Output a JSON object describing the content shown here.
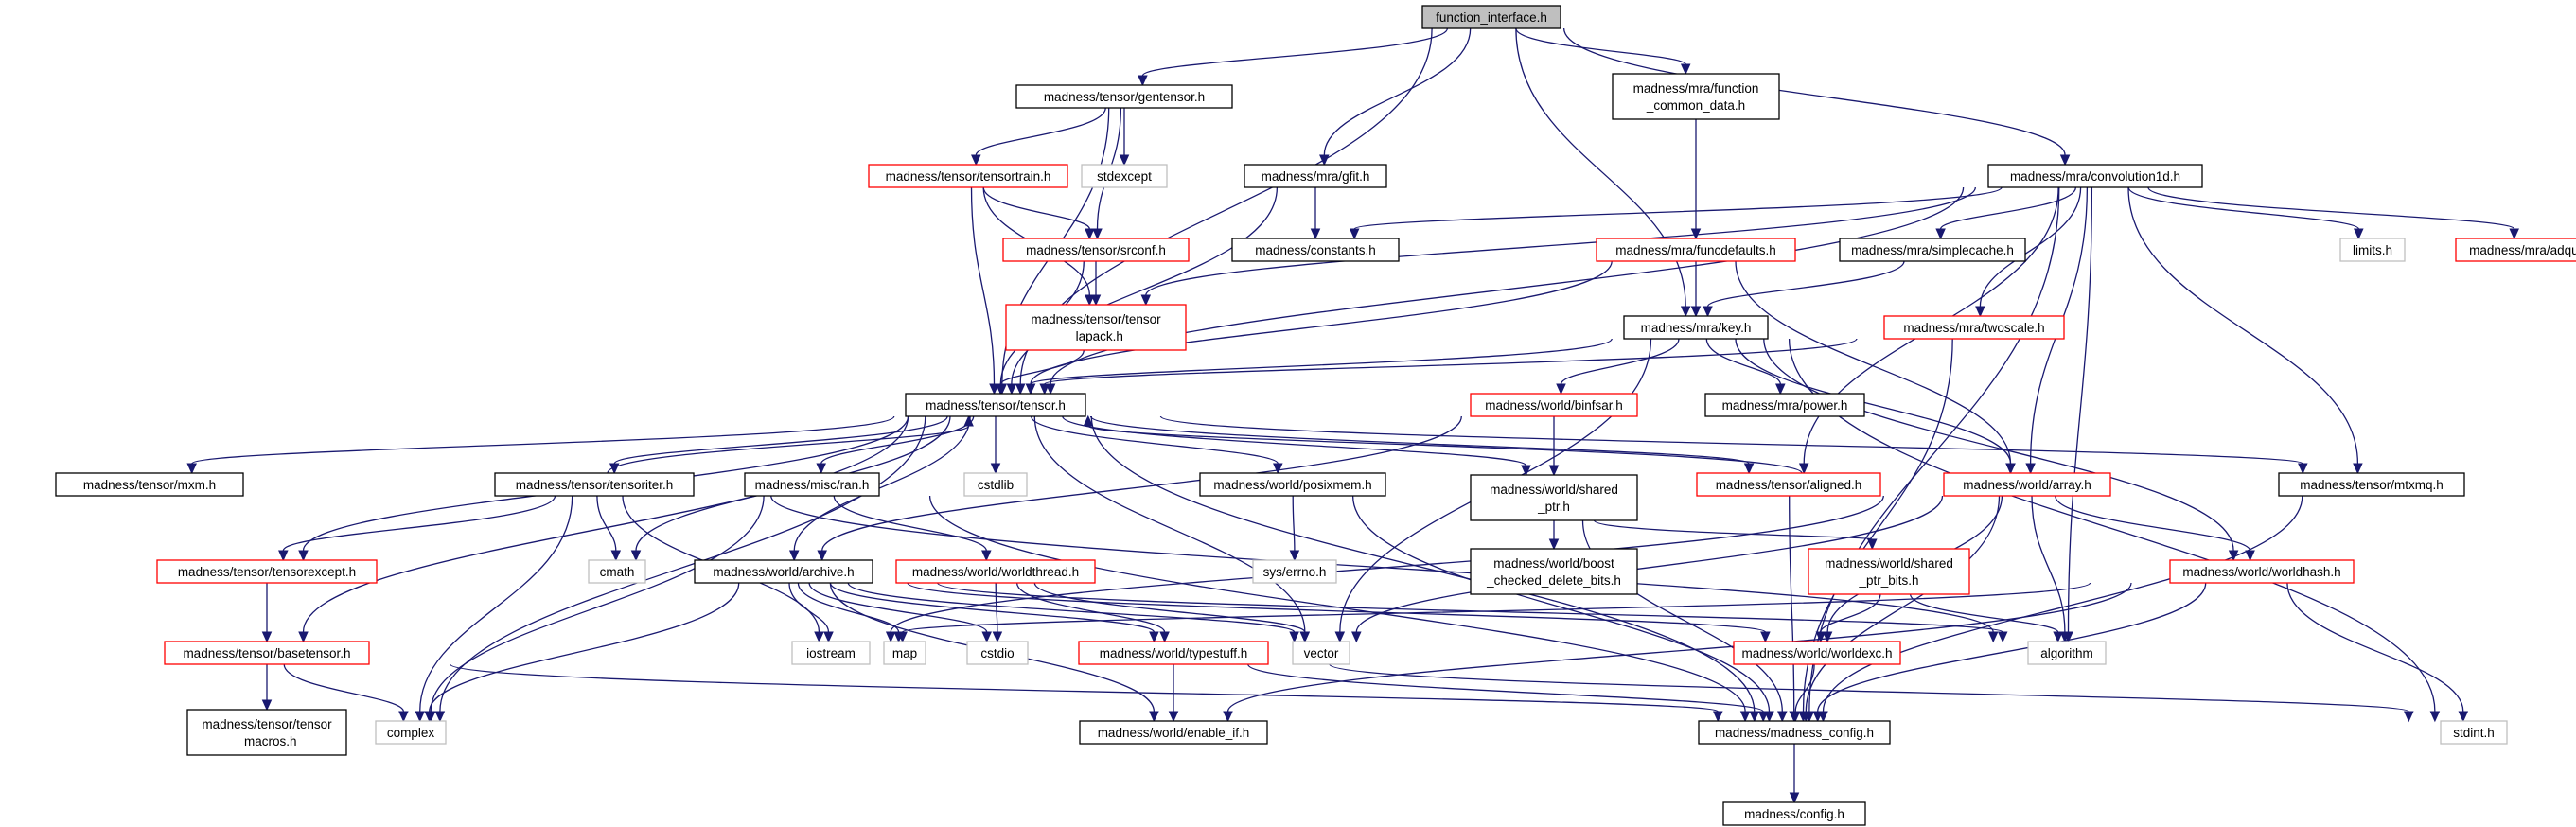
{
  "graph": {
    "colors": {
      "edge": "#191970",
      "root_fill": "#bfbfbf",
      "root_border": "#000000",
      "node_border": "#000000",
      "red_border": "#ff0000",
      "gray_border": "#bfbfbf",
      "fill": "#ffffff"
    },
    "nodes": [
      {
        "id": "root",
        "lines": [
          "function_interface.h"
        ],
        "kind": "root"
      },
      {
        "id": "gentensor",
        "lines": [
          "madness/tensor/gentensor.h"
        ],
        "kind": "normal"
      },
      {
        "id": "fcd",
        "lines": [
          "madness/mra/function",
          "_common_data.h"
        ],
        "kind": "normal"
      },
      {
        "id": "conv1d",
        "lines": [
          "madness/mra/convolution1d.h"
        ],
        "kind": "normal"
      },
      {
        "id": "tensortrain",
        "lines": [
          "madness/tensor/tensortrain.h"
        ],
        "kind": "red"
      },
      {
        "id": "stdexcept",
        "lines": [
          "stdexcept"
        ],
        "kind": "gray"
      },
      {
        "id": "gfit",
        "lines": [
          "madness/mra/gfit.h"
        ],
        "kind": "normal"
      },
      {
        "id": "srconf",
        "lines": [
          "madness/tensor/srconf.h"
        ],
        "kind": "red"
      },
      {
        "id": "constants",
        "lines": [
          "madness/constants.h"
        ],
        "kind": "normal"
      },
      {
        "id": "funcdefaults",
        "lines": [
          "madness/mra/funcdefaults.h"
        ],
        "kind": "red"
      },
      {
        "id": "simplecache",
        "lines": [
          "madness/mra/simplecache.h"
        ],
        "kind": "normal"
      },
      {
        "id": "limits",
        "lines": [
          "limits.h"
        ],
        "kind": "gray"
      },
      {
        "id": "adquad",
        "lines": [
          "madness/mra/adquad.h"
        ],
        "kind": "red"
      },
      {
        "id": "tlapack",
        "lines": [
          "madness/tensor/tensor",
          "_lapack.h"
        ],
        "kind": "red"
      },
      {
        "id": "key",
        "lines": [
          "madness/mra/key.h"
        ],
        "kind": "normal"
      },
      {
        "id": "twoscale",
        "lines": [
          "madness/mra/twoscale.h"
        ],
        "kind": "red"
      },
      {
        "id": "tensor",
        "lines": [
          "madness/tensor/tensor.h"
        ],
        "kind": "normal"
      },
      {
        "id": "binfsar",
        "lines": [
          "madness/world/binfsar.h"
        ],
        "kind": "red"
      },
      {
        "id": "power",
        "lines": [
          "madness/mra/power.h"
        ],
        "kind": "normal"
      },
      {
        "id": "mxm",
        "lines": [
          "madness/tensor/mxm.h"
        ],
        "kind": "normal"
      },
      {
        "id": "tensoriter",
        "lines": [
          "madness/tensor/tensoriter.h"
        ],
        "kind": "normal"
      },
      {
        "id": "ran",
        "lines": [
          "madness/misc/ran.h"
        ],
        "kind": "normal"
      },
      {
        "id": "cstdlib",
        "lines": [
          "cstdlib"
        ],
        "kind": "gray"
      },
      {
        "id": "posixmem",
        "lines": [
          "madness/world/posixmem.h"
        ],
        "kind": "normal"
      },
      {
        "id": "sharedptr",
        "lines": [
          "madness/world/shared",
          "_ptr.h"
        ],
        "kind": "normal"
      },
      {
        "id": "aligned",
        "lines": [
          "madness/tensor/aligned.h"
        ],
        "kind": "red"
      },
      {
        "id": "array",
        "lines": [
          "madness/world/array.h"
        ],
        "kind": "red"
      },
      {
        "id": "mtxmq",
        "lines": [
          "madness/tensor/mtxmq.h"
        ],
        "kind": "normal"
      },
      {
        "id": "cmath",
        "lines": [
          "cmath"
        ],
        "kind": "gray"
      },
      {
        "id": "tensorexcept",
        "lines": [
          "madness/tensor/tensorexcept.h"
        ],
        "kind": "red"
      },
      {
        "id": "archive",
        "lines": [
          "madness/world/archive.h"
        ],
        "kind": "normal"
      },
      {
        "id": "worldthread",
        "lines": [
          "madness/world/worldthread.h"
        ],
        "kind": "red"
      },
      {
        "id": "syserrno",
        "lines": [
          "sys/errno.h"
        ],
        "kind": "gray"
      },
      {
        "id": "boostcd",
        "lines": [
          "madness/world/boost",
          "_checked_delete_bits.h"
        ],
        "kind": "normal"
      },
      {
        "id": "sptrbits",
        "lines": [
          "madness/world/shared",
          "_ptr_bits.h"
        ],
        "kind": "red"
      },
      {
        "id": "worldhash",
        "lines": [
          "madness/world/worldhash.h"
        ],
        "kind": "red"
      },
      {
        "id": "basetensor",
        "lines": [
          "madness/tensor/basetensor.h"
        ],
        "kind": "red"
      },
      {
        "id": "iostream",
        "lines": [
          "iostream"
        ],
        "kind": "gray"
      },
      {
        "id": "map",
        "lines": [
          "map"
        ],
        "kind": "gray"
      },
      {
        "id": "cstdio",
        "lines": [
          "cstdio"
        ],
        "kind": "gray"
      },
      {
        "id": "typestuff",
        "lines": [
          "madness/world/typestuff.h"
        ],
        "kind": "red"
      },
      {
        "id": "vector",
        "lines": [
          "vector"
        ],
        "kind": "gray"
      },
      {
        "id": "worldexc",
        "lines": [
          "madness/world/worldexc.h"
        ],
        "kind": "red"
      },
      {
        "id": "algorithm",
        "lines": [
          "algorithm"
        ],
        "kind": "gray"
      },
      {
        "id": "tmacros",
        "lines": [
          "madness/tensor/tensor",
          "_macros.h"
        ],
        "kind": "normal"
      },
      {
        "id": "complex",
        "lines": [
          "complex"
        ],
        "kind": "gray"
      },
      {
        "id": "enableif",
        "lines": [
          "madness/world/enable_if.h"
        ],
        "kind": "normal"
      },
      {
        "id": "mconfig",
        "lines": [
          "madness/madness_config.h"
        ],
        "kind": "normal"
      },
      {
        "id": "stdint",
        "lines": [
          "stdint.h"
        ],
        "kind": "gray"
      },
      {
        "id": "config",
        "lines": [
          "madness/config.h"
        ],
        "kind": "normal"
      }
    ],
    "edges": [
      [
        "root",
        "gentensor"
      ],
      [
        "root",
        "fcd"
      ],
      [
        "root",
        "conv1d"
      ],
      [
        "root",
        "gfit"
      ],
      [
        "root",
        "key"
      ],
      [
        "root",
        "tensor"
      ],
      [
        "gentensor",
        "tensortrain"
      ],
      [
        "gentensor",
        "stdexcept"
      ],
      [
        "gentensor",
        "srconf"
      ],
      [
        "gentensor",
        "tensor"
      ],
      [
        "tensortrain",
        "srconf"
      ],
      [
        "tensortrain",
        "tlapack"
      ],
      [
        "tensortrain",
        "tensor"
      ],
      [
        "srconf",
        "tlapack"
      ],
      [
        "srconf",
        "tensor"
      ],
      [
        "tlapack",
        "tensor"
      ],
      [
        "gfit",
        "constants"
      ],
      [
        "gfit",
        "tensor"
      ],
      [
        "fcd",
        "funcdefaults"
      ],
      [
        "conv1d",
        "constants"
      ],
      [
        "conv1d",
        "simplecache"
      ],
      [
        "conv1d",
        "limits"
      ],
      [
        "conv1d",
        "adquad"
      ],
      [
        "conv1d",
        "twoscale"
      ],
      [
        "conv1d",
        "tlapack"
      ],
      [
        "conv1d",
        "tensor"
      ],
      [
        "conv1d",
        "array"
      ],
      [
        "conv1d",
        "aligned"
      ],
      [
        "conv1d",
        "mtxmq"
      ],
      [
        "conv1d",
        "algorithm"
      ],
      [
        "conv1d",
        "mconfig"
      ],
      [
        "funcdefaults",
        "key"
      ],
      [
        "funcdefaults",
        "tensor"
      ],
      [
        "funcdefaults",
        "array"
      ],
      [
        "simplecache",
        "key"
      ],
      [
        "twoscale",
        "tensor"
      ],
      [
        "twoscale",
        "mconfig"
      ],
      [
        "key",
        "tensor"
      ],
      [
        "key",
        "binfsar"
      ],
      [
        "key",
        "power"
      ],
      [
        "key",
        "array"
      ],
      [
        "key",
        "worldhash"
      ],
      [
        "key",
        "vector"
      ],
      [
        "key",
        "stdint"
      ],
      [
        "binfsar",
        "sharedptr"
      ],
      [
        "binfsar",
        "archive"
      ],
      [
        "tensor",
        "mxm"
      ],
      [
        "tensor",
        "tensoriter"
      ],
      [
        "tensor",
        "ran"
      ],
      [
        "tensor",
        "cstdlib"
      ],
      [
        "tensor",
        "posixmem"
      ],
      [
        "tensor",
        "sharedptr"
      ],
      [
        "tensor",
        "aligned"
      ],
      [
        "tensor",
        "mtxmq"
      ],
      [
        "tensor",
        "cmath"
      ],
      [
        "tensor",
        "tensorexcept"
      ],
      [
        "tensor",
        "archive"
      ],
      [
        "tensor",
        "basetensor"
      ],
      [
        "tensor",
        "vector"
      ],
      [
        "tensor",
        "complex"
      ],
      [
        "tensor",
        "mconfig"
      ],
      [
        "tensoriter",
        "tensor"
      ],
      [
        "tensoriter",
        "tensorexcept"
      ],
      [
        "tensoriter",
        "cmath"
      ],
      [
        "tensoriter",
        "complex"
      ],
      [
        "tensoriter",
        "iostream"
      ],
      [
        "tensoriter",
        "algorithm"
      ],
      [
        "tensorexcept",
        "basetensor"
      ],
      [
        "basetensor",
        "tmacros"
      ],
      [
        "basetensor",
        "complex"
      ],
      [
        "basetensor",
        "mconfig"
      ],
      [
        "ran",
        "worldthread"
      ],
      [
        "ran",
        "complex"
      ],
      [
        "ran",
        "mconfig"
      ],
      [
        "worldthread",
        "cstdio"
      ],
      [
        "worldthread",
        "typestuff"
      ],
      [
        "worldthread",
        "vector"
      ],
      [
        "archive",
        "iostream"
      ],
      [
        "archive",
        "map"
      ],
      [
        "archive",
        "cstdio"
      ],
      [
        "archive",
        "typestuff"
      ],
      [
        "archive",
        "vector"
      ],
      [
        "archive",
        "worldexc"
      ],
      [
        "archive",
        "complex"
      ],
      [
        "archive",
        "enableif"
      ],
      [
        "archive",
        "algorithm"
      ],
      [
        "typestuff",
        "enableif"
      ],
      [
        "typestuff",
        "mconfig"
      ],
      [
        "typestuff",
        "stdint"
      ],
      [
        "posixmem",
        "syserrno"
      ],
      [
        "posixmem",
        "mconfig"
      ],
      [
        "sharedptr",
        "boostcd"
      ],
      [
        "sharedptr",
        "sptrbits"
      ],
      [
        "sharedptr",
        "mconfig"
      ],
      [
        "sptrbits",
        "worldexc"
      ],
      [
        "sptrbits",
        "algorithm"
      ],
      [
        "aligned",
        "tensor"
      ],
      [
        "aligned",
        "mconfig"
      ],
      [
        "array",
        "worldhash"
      ],
      [
        "array",
        "worldexc"
      ],
      [
        "array",
        "algorithm"
      ],
      [
        "array",
        "vector"
      ],
      [
        "array",
        "iostream"
      ],
      [
        "array",
        "mconfig"
      ],
      [
        "worldhash",
        "stdint"
      ],
      [
        "worldhash",
        "mconfig"
      ],
      [
        "worldhash",
        "iostream"
      ],
      [
        "worldhash",
        "enableif"
      ],
      [
        "worldexc",
        "mconfig"
      ],
      [
        "mtxmq",
        "mconfig"
      ],
      [
        "mconfig",
        "config"
      ]
    ]
  }
}
